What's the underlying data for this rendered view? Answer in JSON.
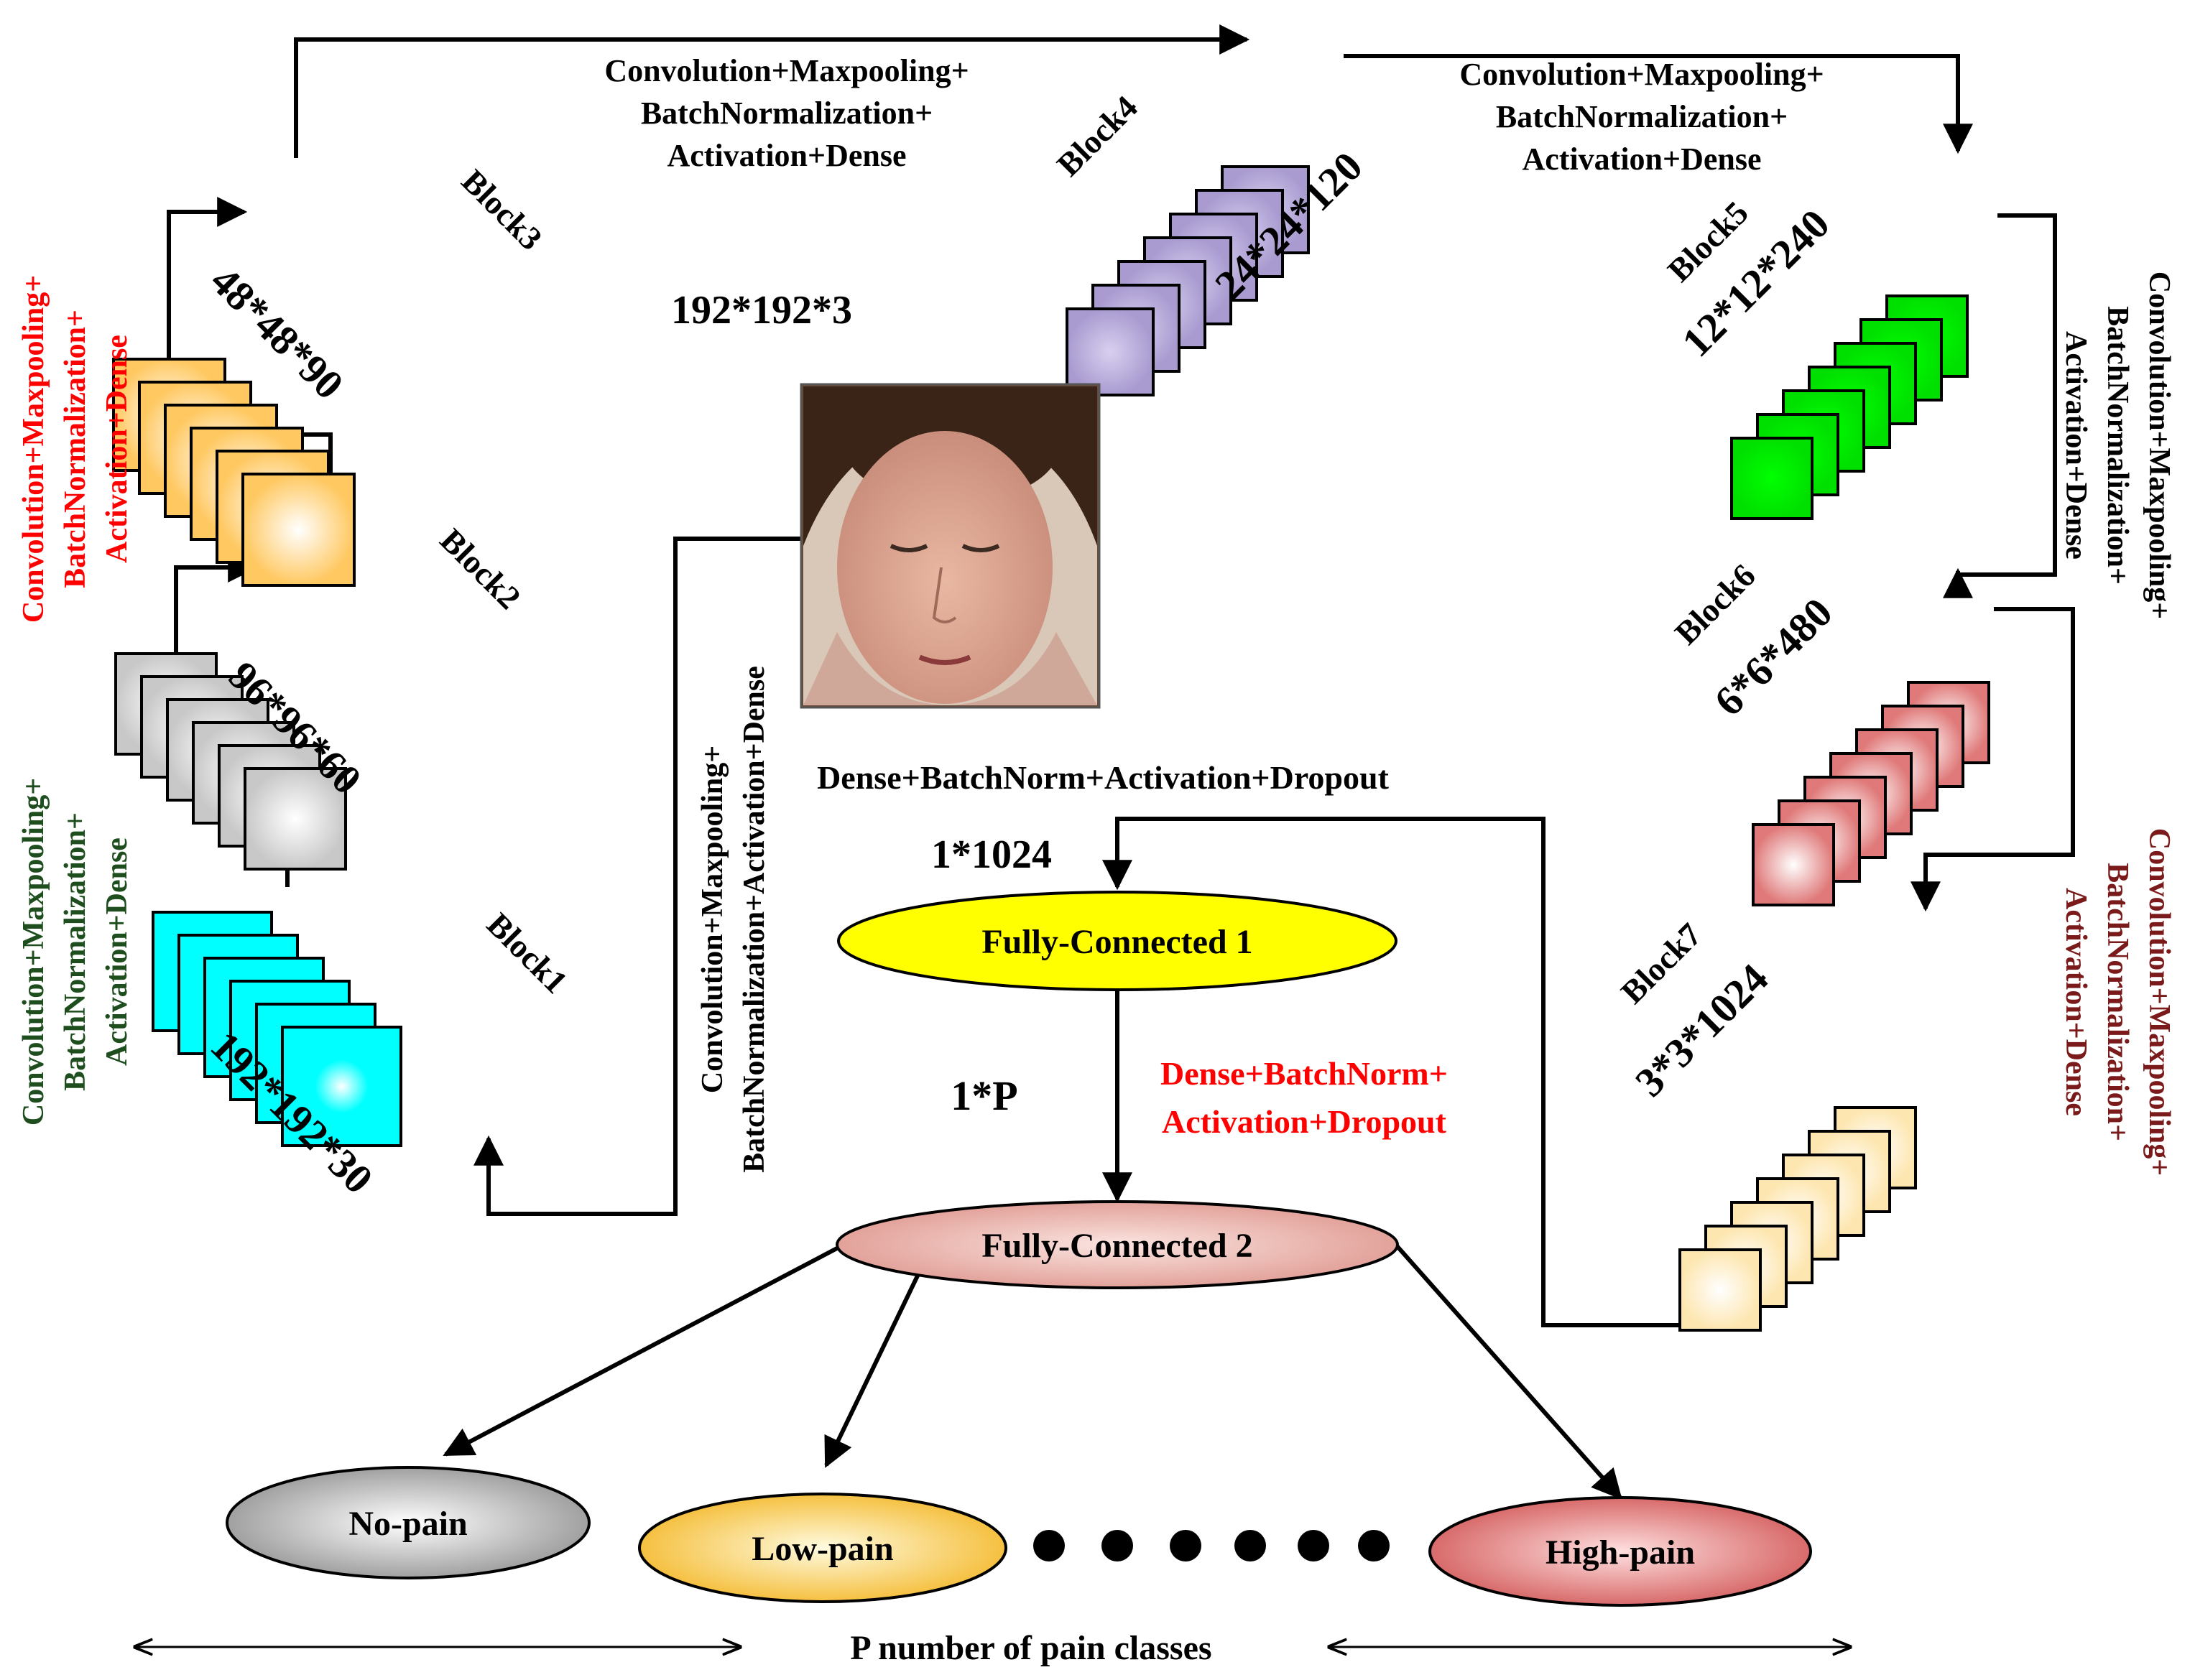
{
  "colors": {
    "block1": "#00ffff",
    "block2": "#d9d9d9",
    "block3": "#ffcc66",
    "block4": "#a99bd0",
    "block5": "#00ee00",
    "block6": "#e88888",
    "block7": "#fff0c8",
    "fc1": "#ffff00",
    "fc2": "#e9b4ae",
    "red_text": "#ff0000",
    "green_text": "#1e4d1e",
    "maroon_text": "#7a1a1a"
  },
  "blocks": [
    {
      "name": "Block1",
      "dims": "192*192*30",
      "color_key": "block1"
    },
    {
      "name": "Block2",
      "dims": "96*96*60",
      "color_key": "block2"
    },
    {
      "name": "Block3",
      "dims": "48*48*90",
      "color_key": "block3"
    },
    {
      "name": "Block4",
      "dims": "24*24*120",
      "color_key": "block4"
    },
    {
      "name": "Block5",
      "dims": "12*12*240",
      "color_key": "block5"
    },
    {
      "name": "Block6",
      "dims": "6*6*480",
      "color_key": "block6"
    },
    {
      "name": "Block7",
      "dims": "3*3*1024",
      "color_key": "block7"
    }
  ],
  "input": {
    "dims": "192*192*3",
    "photo": "face-photo"
  },
  "ops": {
    "top_left": [
      "Convolution+Maxpooling+",
      "BatchNormalization+",
      "Activation+Dense"
    ],
    "top_right": [
      "Convolution+Maxpooling+",
      "BatchNormalization+",
      "Activation+Dense"
    ],
    "left_red": [
      "Convolution+Maxpooling+",
      "BatchNormalization+",
      "Activation+Dense"
    ],
    "left_green": [
      "Convolution+Maxpooling+",
      "BatchNormalization+",
      "Activation+Dense"
    ],
    "center_vertical": [
      "Convolution+Maxpooling+",
      "BatchNormalization+Activation+Dense"
    ],
    "right_black": [
      "Convolution+Maxpooling+",
      "BatchNormalization+",
      "Activation+Dense"
    ],
    "right_maroon": [
      "Convolution+Maxpooling+",
      "BatchNormalization+",
      "Activation+Dense"
    ]
  },
  "fc": {
    "header": "Dense+BatchNorm+Activation+Dropout",
    "fc1_dims": "1*1024",
    "fc1_label": "Fully-Connected 1",
    "mid_label": [
      "Dense+BatchNorm+",
      "Activation+Dropout"
    ],
    "fc2_dims": "1*P",
    "fc2_label": "Fully-Connected 2"
  },
  "classes": [
    {
      "label": "No-pain",
      "color": "#cccccc"
    },
    {
      "label": "Low-pain",
      "color": "#ffd97a"
    },
    {
      "label": "High-pain",
      "color": "#e58a8a"
    }
  ],
  "footer": "P number of pain classes"
}
